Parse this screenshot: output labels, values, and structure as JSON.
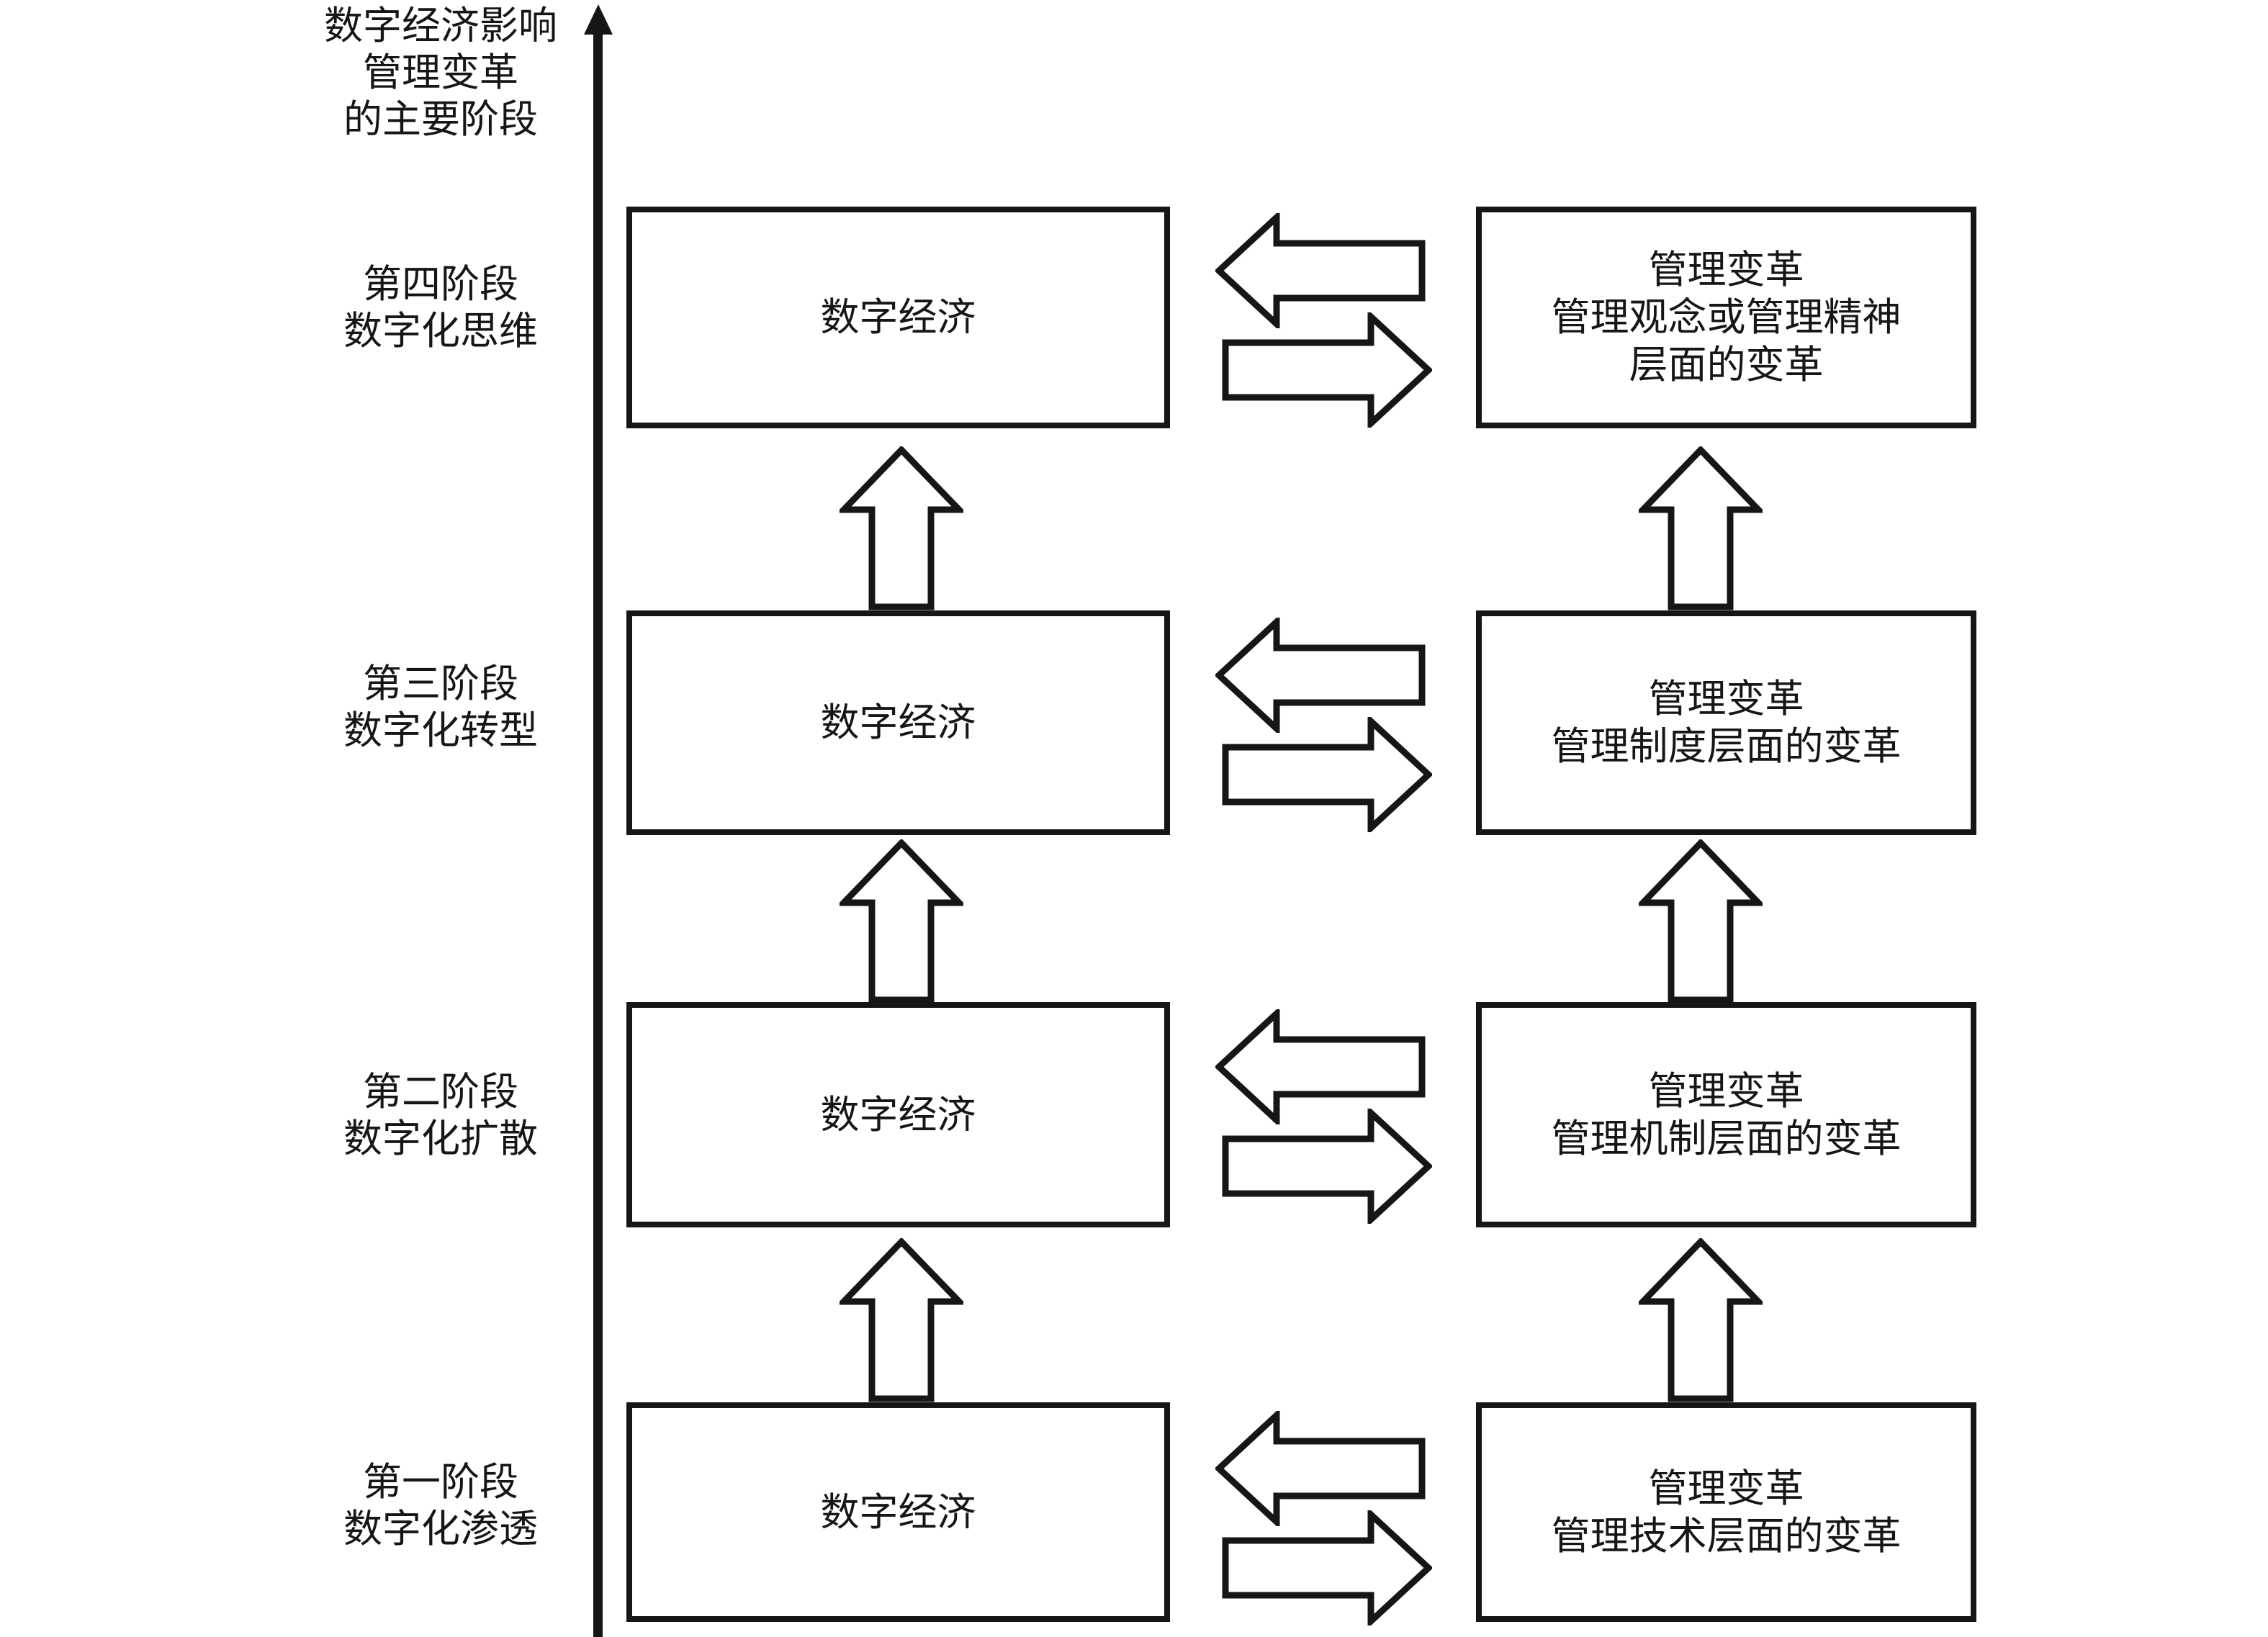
{
  "colors": {
    "ink": "#161616",
    "background": "#ffffff"
  },
  "axis": {
    "title_lines": [
      "数字经济影响",
      "管理变革",
      "的主要阶段"
    ]
  },
  "icons": {
    "up_block_arrow": "up-block-arrow",
    "left_block_arrow": "left-block-arrow",
    "right_block_arrow": "right-block-arrow",
    "axis_arrowhead": "axis-up-arrowhead"
  },
  "stages": [
    {
      "stage_label_lines": [
        "第四阶段",
        "数字化思维"
      ],
      "left_box": "数字经济",
      "right_box_lines": [
        "管理变革",
        "管理观念或管理精神",
        "层面的变革"
      ]
    },
    {
      "stage_label_lines": [
        "第三阶段",
        "数字化转型"
      ],
      "left_box": "数字经济",
      "right_box_lines": [
        "管理变革",
        "管理制度层面的变革"
      ]
    },
    {
      "stage_label_lines": [
        "第二阶段",
        "数字化扩散"
      ],
      "left_box": "数字经济",
      "right_box_lines": [
        "管理变革",
        "管理机制层面的变革"
      ]
    },
    {
      "stage_label_lines": [
        "第一阶段",
        "数字化渗透"
      ],
      "left_box": "数字经济",
      "right_box_lines": [
        "管理变革",
        "管理技术层面的变革"
      ]
    }
  ]
}
